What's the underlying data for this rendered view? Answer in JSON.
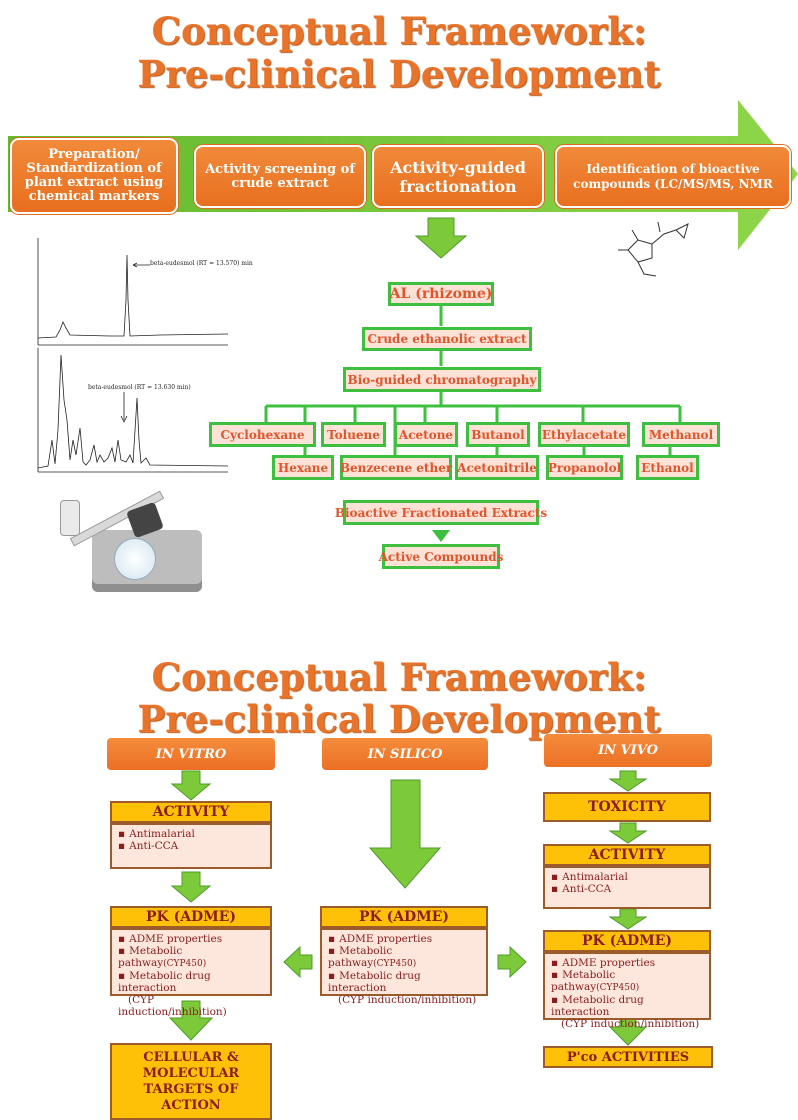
{
  "top": {
    "title_line1": "Conceptual Framework:",
    "title_line2": "Pre-clinical Development",
    "steps": [
      "Preparation/ Standardization of plant extract using chemical markers",
      "Activity screening of crude extract",
      "Activity-guided fractionation",
      "Identification of bioactive compounds (LC/MS/MS, NMR"
    ],
    "chart1_annotation": "beta-eudesmol (RT = 13.570) min",
    "chart2_annotation": "beta-eudesmol (RT = 13.630 min)",
    "flow": {
      "al": "AL (rhizome)",
      "crude": "Crude ethanolic extract",
      "bio": "Bio-guided chromatography",
      "row1": [
        "Cyclohexane",
        "Toluene",
        "Acetone",
        "Butanol",
        "Ethylacetate",
        "Methanol"
      ],
      "row2": [
        "Hexane",
        "Benzecene ether",
        "Acetonitrile",
        "Propanolol",
        "Ethanol"
      ],
      "fractionated": "Bioactive Fractionated Extracts",
      "active": "Active Compounds"
    }
  },
  "bottom": {
    "title_line1": "Conceptual Framework:",
    "title_line2": "Pre-clinical Development",
    "in_vitro": {
      "header": "IN VITRO",
      "activity": "ACTIVITY",
      "activity_items": [
        "Antimalarial",
        "Anti-CCA"
      ],
      "pk": "PK (ADME)",
      "pk_item1": "ADME properties",
      "pk_item2_a": "Metabolic pathway",
      "pk_item2_b": "(CYP450)",
      "pk_item3": "Metabolic drug interaction",
      "pk_item3_b": "(CYP induction/inhibition)",
      "targets": "CELLULAR & MOLECULAR TARGETS OF ACTION"
    },
    "in_silico": {
      "header": "IN SILICO",
      "pk": "PK (ADME)",
      "pk_item1": "ADME properties",
      "pk_item2_a": "Metabolic pathway",
      "pk_item2_b": "(CYP450)",
      "pk_item3": "Metabolic drug interaction",
      "pk_item3_b": "(CYP induction/inhibition)"
    },
    "in_vivo": {
      "header": "IN VIVO",
      "toxicity": "TOXICITY",
      "activity": "ACTIVITY",
      "activity_items": [
        "Antimalarial",
        "Anti-CCA"
      ],
      "pk": "PK (ADME)",
      "pk_item1": "ADME properties",
      "pk_item2_a": "Metabolic pathway",
      "pk_item2_b": "(CYP450)",
      "pk_item3": "Metabolic drug interaction",
      "pk_item3_b": "(CYP induction/inhibition)",
      "pco": "P'co ACTIVITIES"
    }
  },
  "colors": {
    "orange": "#e8732a",
    "green": "#7cc93a",
    "yellow": "#ffc107",
    "dark_red": "#8a1c1c"
  }
}
